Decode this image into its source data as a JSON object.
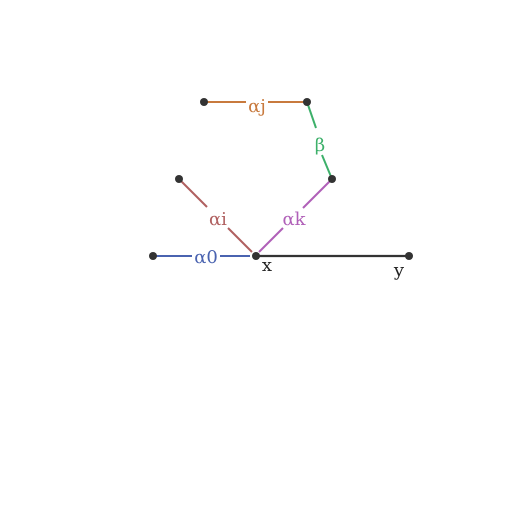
{
  "nodes": {
    "x_label": "x",
    "y_label": "y"
  },
  "edges": {
    "alpha0": {
      "label": "α0",
      "color": "#4a63b0"
    },
    "alpha_i": {
      "label": "αi",
      "color": "#b06060"
    },
    "alpha_k": {
      "label": "αk",
      "color": "#b060b8"
    },
    "alpha_j": {
      "label": "αj",
      "color": "#c87a3e"
    },
    "beta": {
      "label": "β",
      "color": "#3db06a"
    },
    "xy": {
      "color": "#333333"
    }
  }
}
